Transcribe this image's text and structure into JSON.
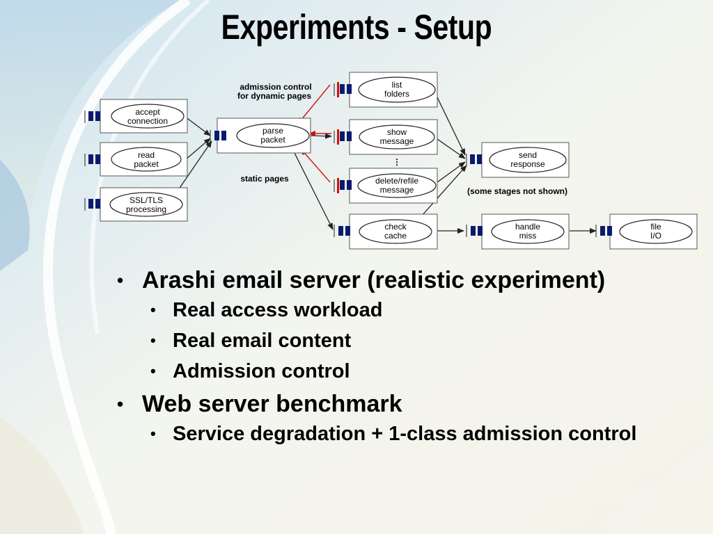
{
  "slide": {
    "title": "Experiments - Setup"
  },
  "diagram": {
    "stages": {
      "accept": [
        "accept",
        "connection"
      ],
      "read": [
        "read",
        "packet"
      ],
      "ssl": [
        "SSL/TLS",
        "processing"
      ],
      "parse": [
        "parse",
        "packet"
      ],
      "list": [
        "list",
        "folders"
      ],
      "show": [
        "show",
        "message"
      ],
      "delete": [
        "delete/refile",
        "message"
      ],
      "check": [
        "check",
        "cache"
      ],
      "send": [
        "send",
        "response"
      ],
      "handle": [
        "handle",
        "miss"
      ],
      "file": [
        "file",
        "I/O"
      ]
    },
    "annotations": {
      "admission": [
        "admission control",
        "for dynamic pages"
      ],
      "static": "static pages",
      "not_shown": "(some stages not shown)",
      "ellipsis": "⋮"
    },
    "colors": {
      "queue": "#0a1a6e",
      "control": "#d01010",
      "line": "#222222"
    }
  },
  "bullets": {
    "item1": "Arashi email server (realistic experiment)",
    "sub1": [
      "Real access workload",
      "Real email content",
      "Admission control"
    ],
    "item2": "Web server benchmark",
    "sub2": [
      "Service degradation + 1-class admission control"
    ],
    "dot": "•"
  }
}
